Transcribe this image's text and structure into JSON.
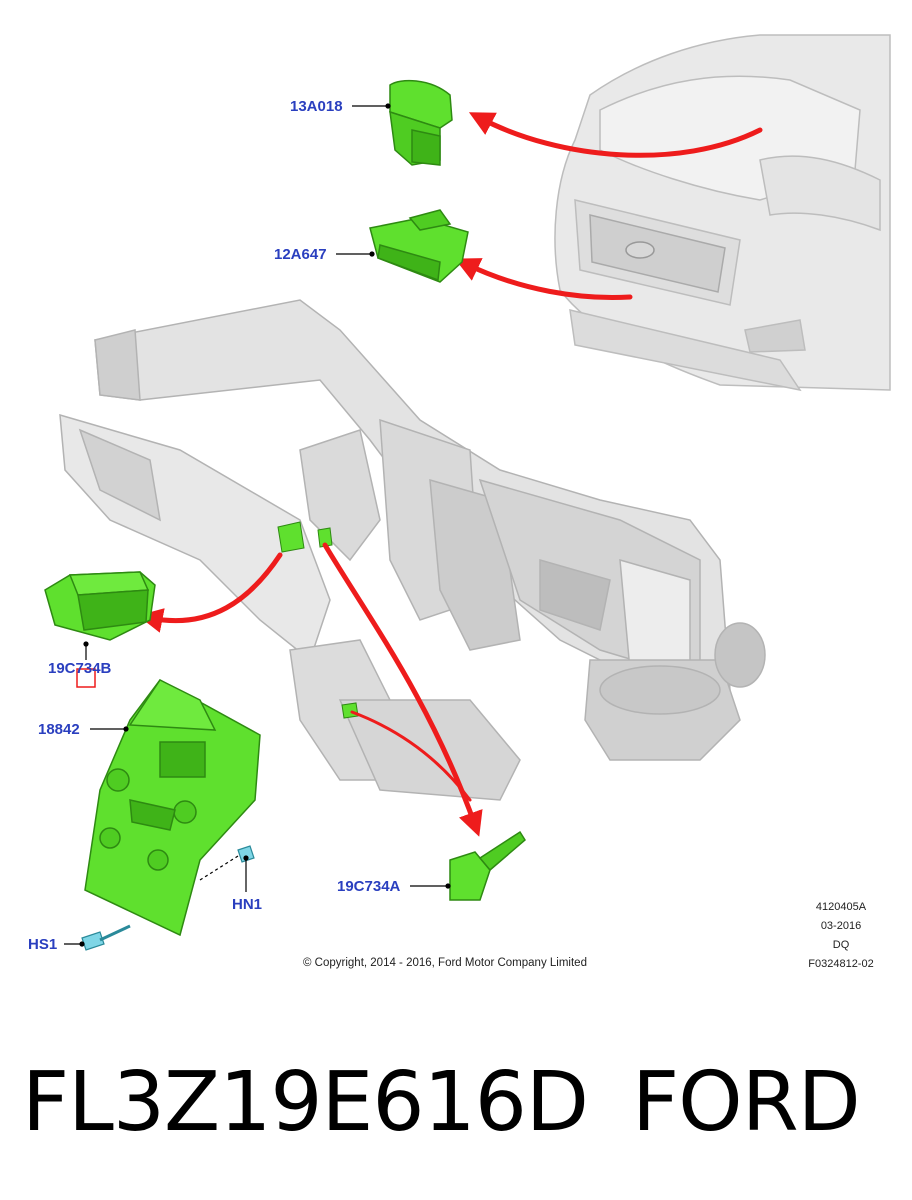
{
  "callouts": {
    "part_13A018": "13A018",
    "part_12A647": "12A647",
    "part_19C734B": "19C734B",
    "part_18842": "18842",
    "part_19C734A": "19C734A",
    "part_HN1": "HN1",
    "part_HS1": "HS1"
  },
  "meta": {
    "illustration_id": "4120405A",
    "date": "03-2016",
    "code": "DQ",
    "figure_id": "F0324812-02"
  },
  "copyright": "© Copyright, 2014 - 2016, Ford Motor Company Limited",
  "caption": {
    "part_number": "FL3Z19E616D",
    "brand": "FORD"
  },
  "colors": {
    "highlight_green": "#5fe02e",
    "arrow_red": "#ee1c1c",
    "callout_blue": "#2a3fbf",
    "ghost_gray": "#d6d6d6"
  }
}
